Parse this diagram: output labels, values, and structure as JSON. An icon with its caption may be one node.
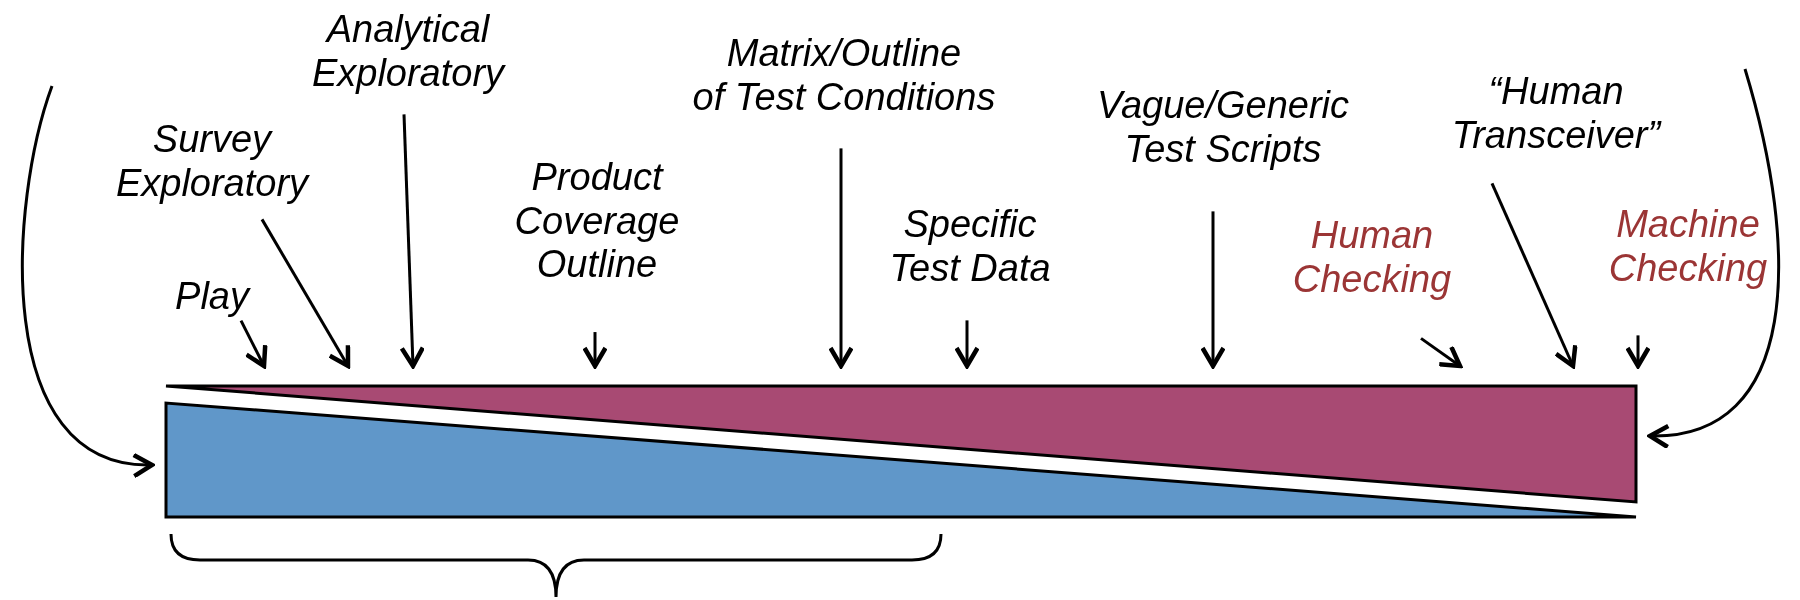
{
  "diagram": {
    "nodes": [
      {
        "text": [
          "Analytical Exploratory"
        ]
      },
      {
        "text": [
          "Survey Exploratory"
        ]
      },
      {
        "text": [
          "Play"
        ]
      },
      {
        "text": [
          "Product Coverage Outline"
        ]
      },
      {
        "text": [
          "Matrix/Outline of Test Conditions"
        ]
      },
      {
        "text": [
          "Specific Test Data"
        ]
      },
      {
        "text": [
          "Vague/Generic Test Scripts"
        ]
      },
      {
        "text": [
          "Human Checking"
        ]
      },
      {
        "text": [
          "“Human Transceiver”"
        ]
      },
      {
        "text": [
          "Machine Checking"
        ]
      },
      {
        "text": [],
        "shape": "triangle"
      },
      {
        "text": [],
        "shape": "triangle"
      }
    ],
    "edges": [
      {
        "from": 0,
        "to": 10,
        "arrow": "to"
      },
      {
        "from": 1,
        "to": 10,
        "arrow": "to"
      },
      {
        "from": 2,
        "to": 10,
        "arrow": "to"
      },
      {
        "from": 3,
        "to": 10,
        "arrow": "to"
      },
      {
        "from": 4,
        "to": 10,
        "arrow": "to"
      },
      {
        "from": 5,
        "to": 10,
        "arrow": "to"
      },
      {
        "from": 6,
        "to": 10,
        "arrow": "to"
      },
      {
        "from": 7,
        "to": 10,
        "arrow": "to"
      },
      {
        "from": 8,
        "to": 10,
        "arrow": "to"
      },
      {
        "from": 9,
        "to": 10,
        "arrow": "to"
      },
      {
        "from": null,
        "to": 11,
        "arrow": "to"
      },
      {
        "from": null,
        "to": 10,
        "arrow": "to"
      }
    ]
  }
}
